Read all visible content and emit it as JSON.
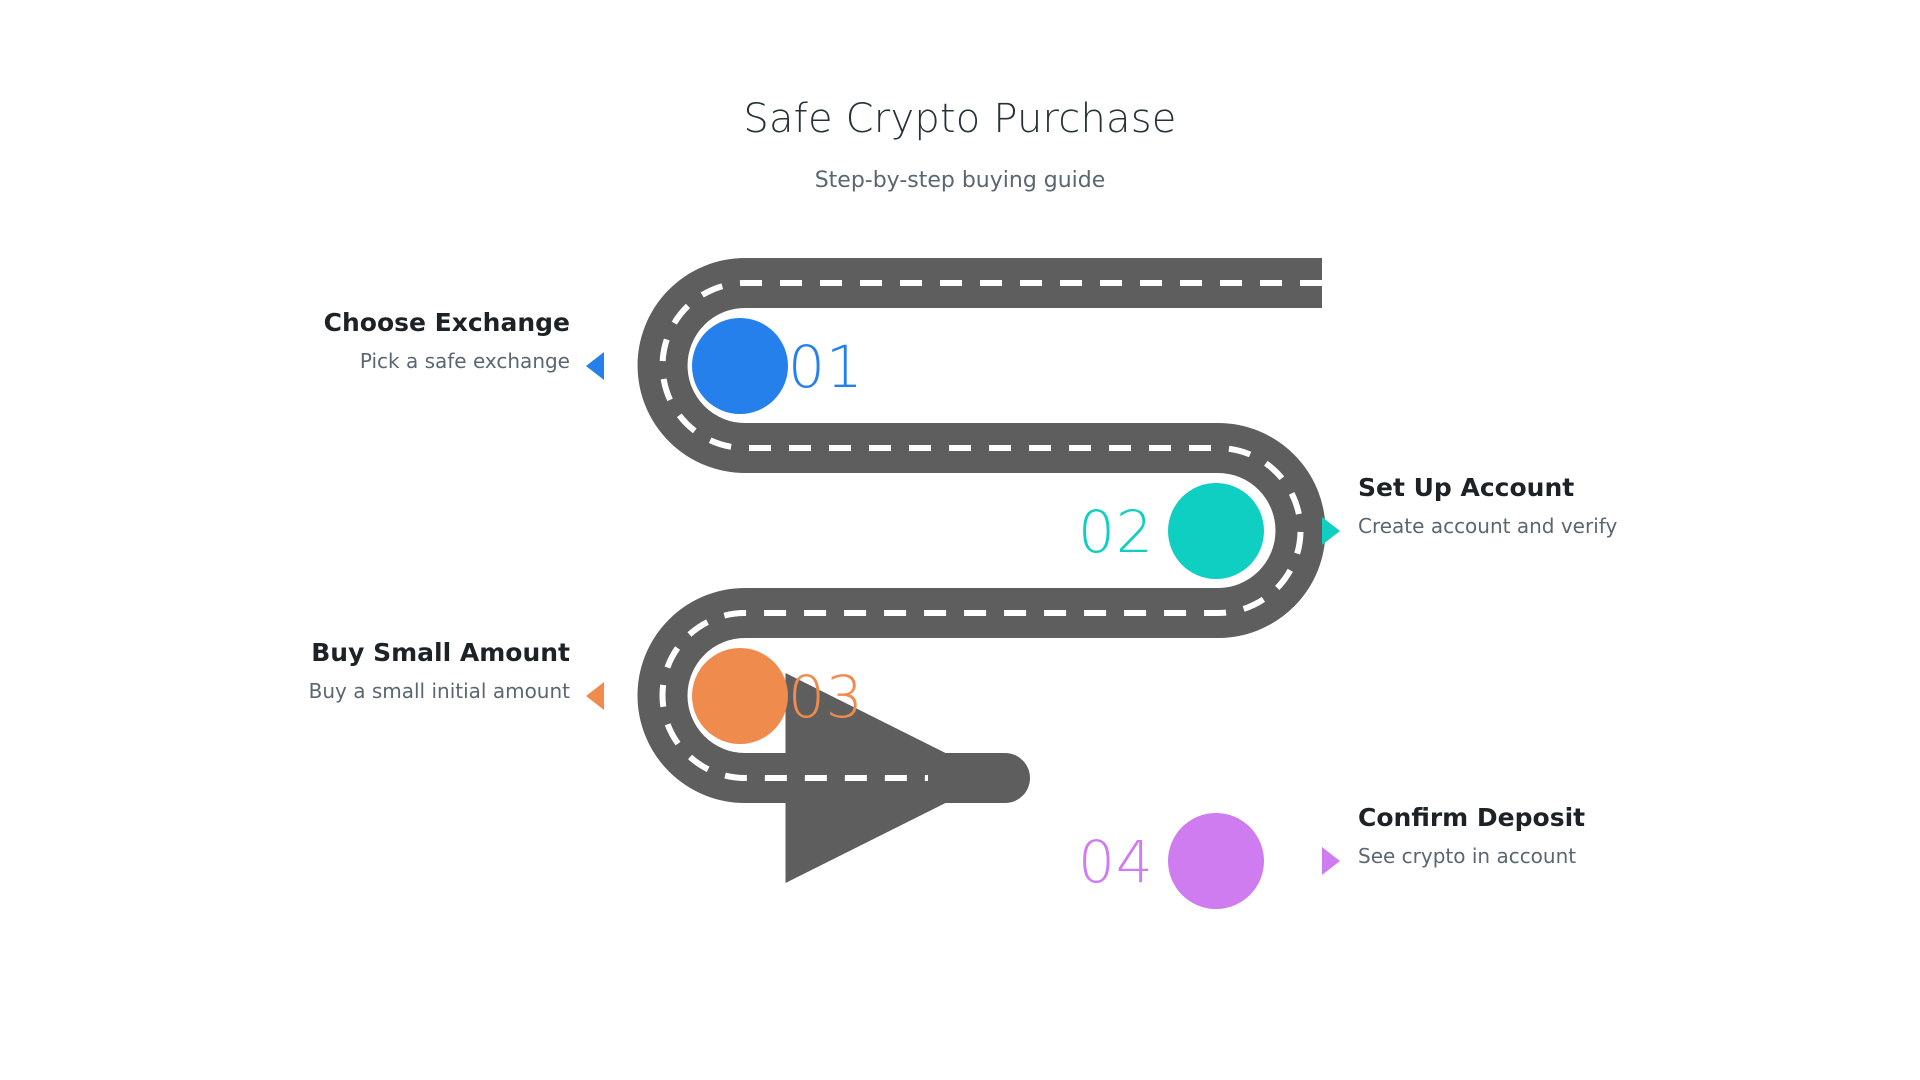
{
  "header": {
    "title": "Safe Crypto Purchase",
    "subtitle": "Step-by-step buying guide"
  },
  "theme": {
    "background": "#ffffff",
    "road_color": "#5e5e5e",
    "road_dash_color": "#ffffff",
    "title_color": "#263238",
    "subtitle_color": "#5b6770",
    "step_title_color": "#1c2226",
    "step_desc_color": "#5b6770"
  },
  "steps": [
    {
      "number": "01",
      "title": "Choose Exchange",
      "description": "Pick a safe exchange",
      "color": "#2680EB",
      "side": "left",
      "marker": "triangle-left-icon"
    },
    {
      "number": "02",
      "title": "Set Up Account",
      "description": "Create account and verify",
      "color": "#0FCFC2",
      "side": "right",
      "marker": "triangle-right-icon"
    },
    {
      "number": "03",
      "title": "Buy Small Amount",
      "description": "Buy a small initial amount",
      "color": "#F08B4E",
      "side": "left",
      "marker": "triangle-left-icon"
    },
    {
      "number": "04",
      "title": "Confirm Deposit",
      "description": "See crypto in account",
      "color": "#CF7CF0",
      "side": "right",
      "marker": "triangle-right-icon"
    }
  ],
  "road": {
    "shape": "serpentine-road",
    "direction_arrow": "arrow-left-icon",
    "lane_style": "dashed-center-line"
  }
}
